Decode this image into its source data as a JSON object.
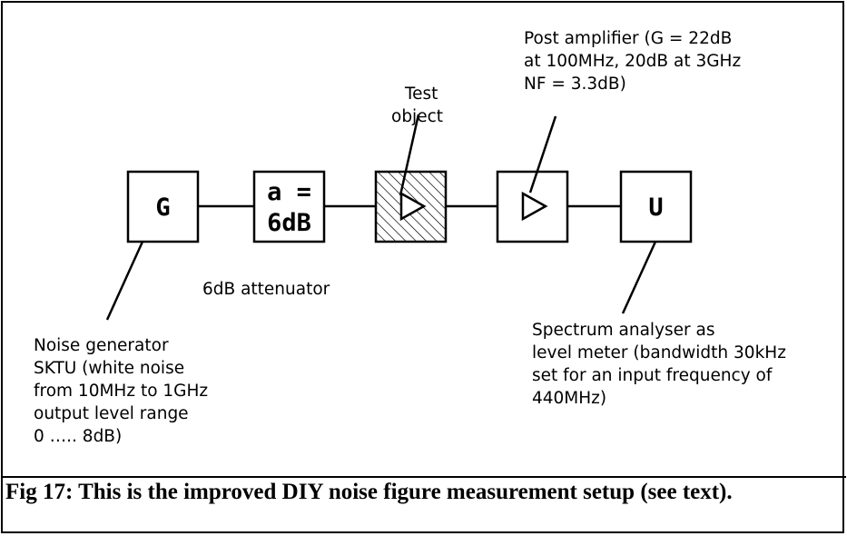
{
  "blocks": {
    "generator": "G",
    "attenuator_line1": "a =",
    "attenuator_line2": "6dB",
    "analyser": "U"
  },
  "labels": {
    "test_object": [
      "Test",
      "object"
    ],
    "post_amplifier": [
      "Post amplifier (G = 22dB",
      "at 100MHz, 20dB at 3GHz",
      "NF = 3.3dB)"
    ],
    "attenuator": "6dB attenuator",
    "noise_generator": [
      "Noise generator",
      "SKTU (white noise",
      "from 10MHz to 1GHz",
      "output level range",
      "0 ….. 8dB)"
    ],
    "spectrum_analyser": [
      "Spectrum analyser as",
      "level meter (bandwidth 30kHz",
      "set for an input frequency of",
      "440MHz)"
    ]
  },
  "caption": "Fig 17: This is the improved DIY noise figure measurement setup (see text)."
}
